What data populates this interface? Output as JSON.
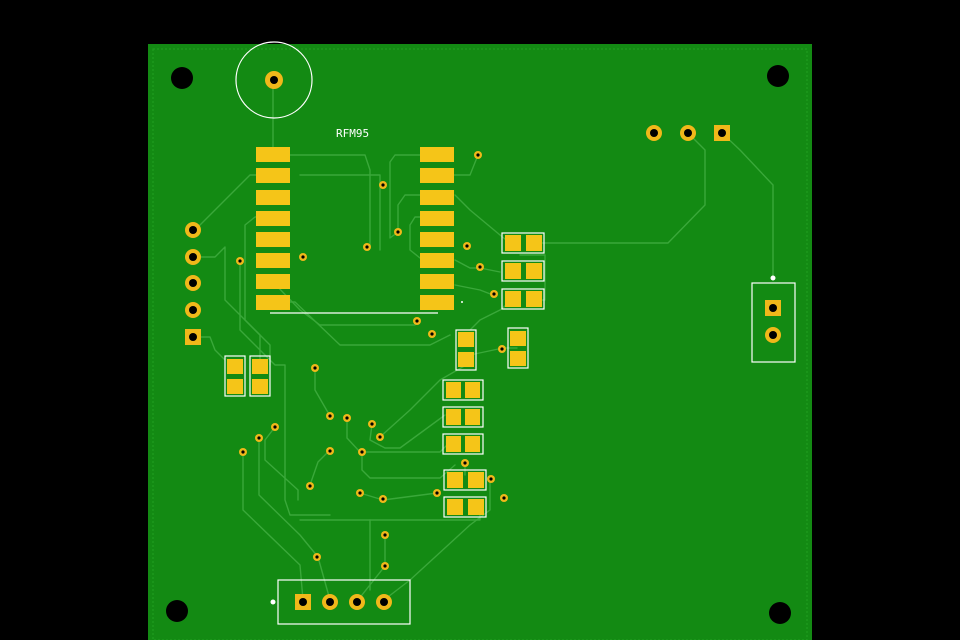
{
  "labels": {
    "rfm95": "RFM95"
  },
  "colors": {
    "background": "#000000",
    "board": "#138a13",
    "copper_pour_edge": "#1a9a1a",
    "trace": "#3aa83a",
    "pad": "#f5c518",
    "via_ring": "#f0b81a",
    "hole": "#000000",
    "silkscreen": "#ffffff"
  },
  "icons": {
    "mounting-hole": "black-circle",
    "via": "ringed-circle",
    "smd-pad": "yellow-rect",
    "through-hole-pad": "ringed-circle",
    "square-pad": "yellow-square-with-hole"
  }
}
